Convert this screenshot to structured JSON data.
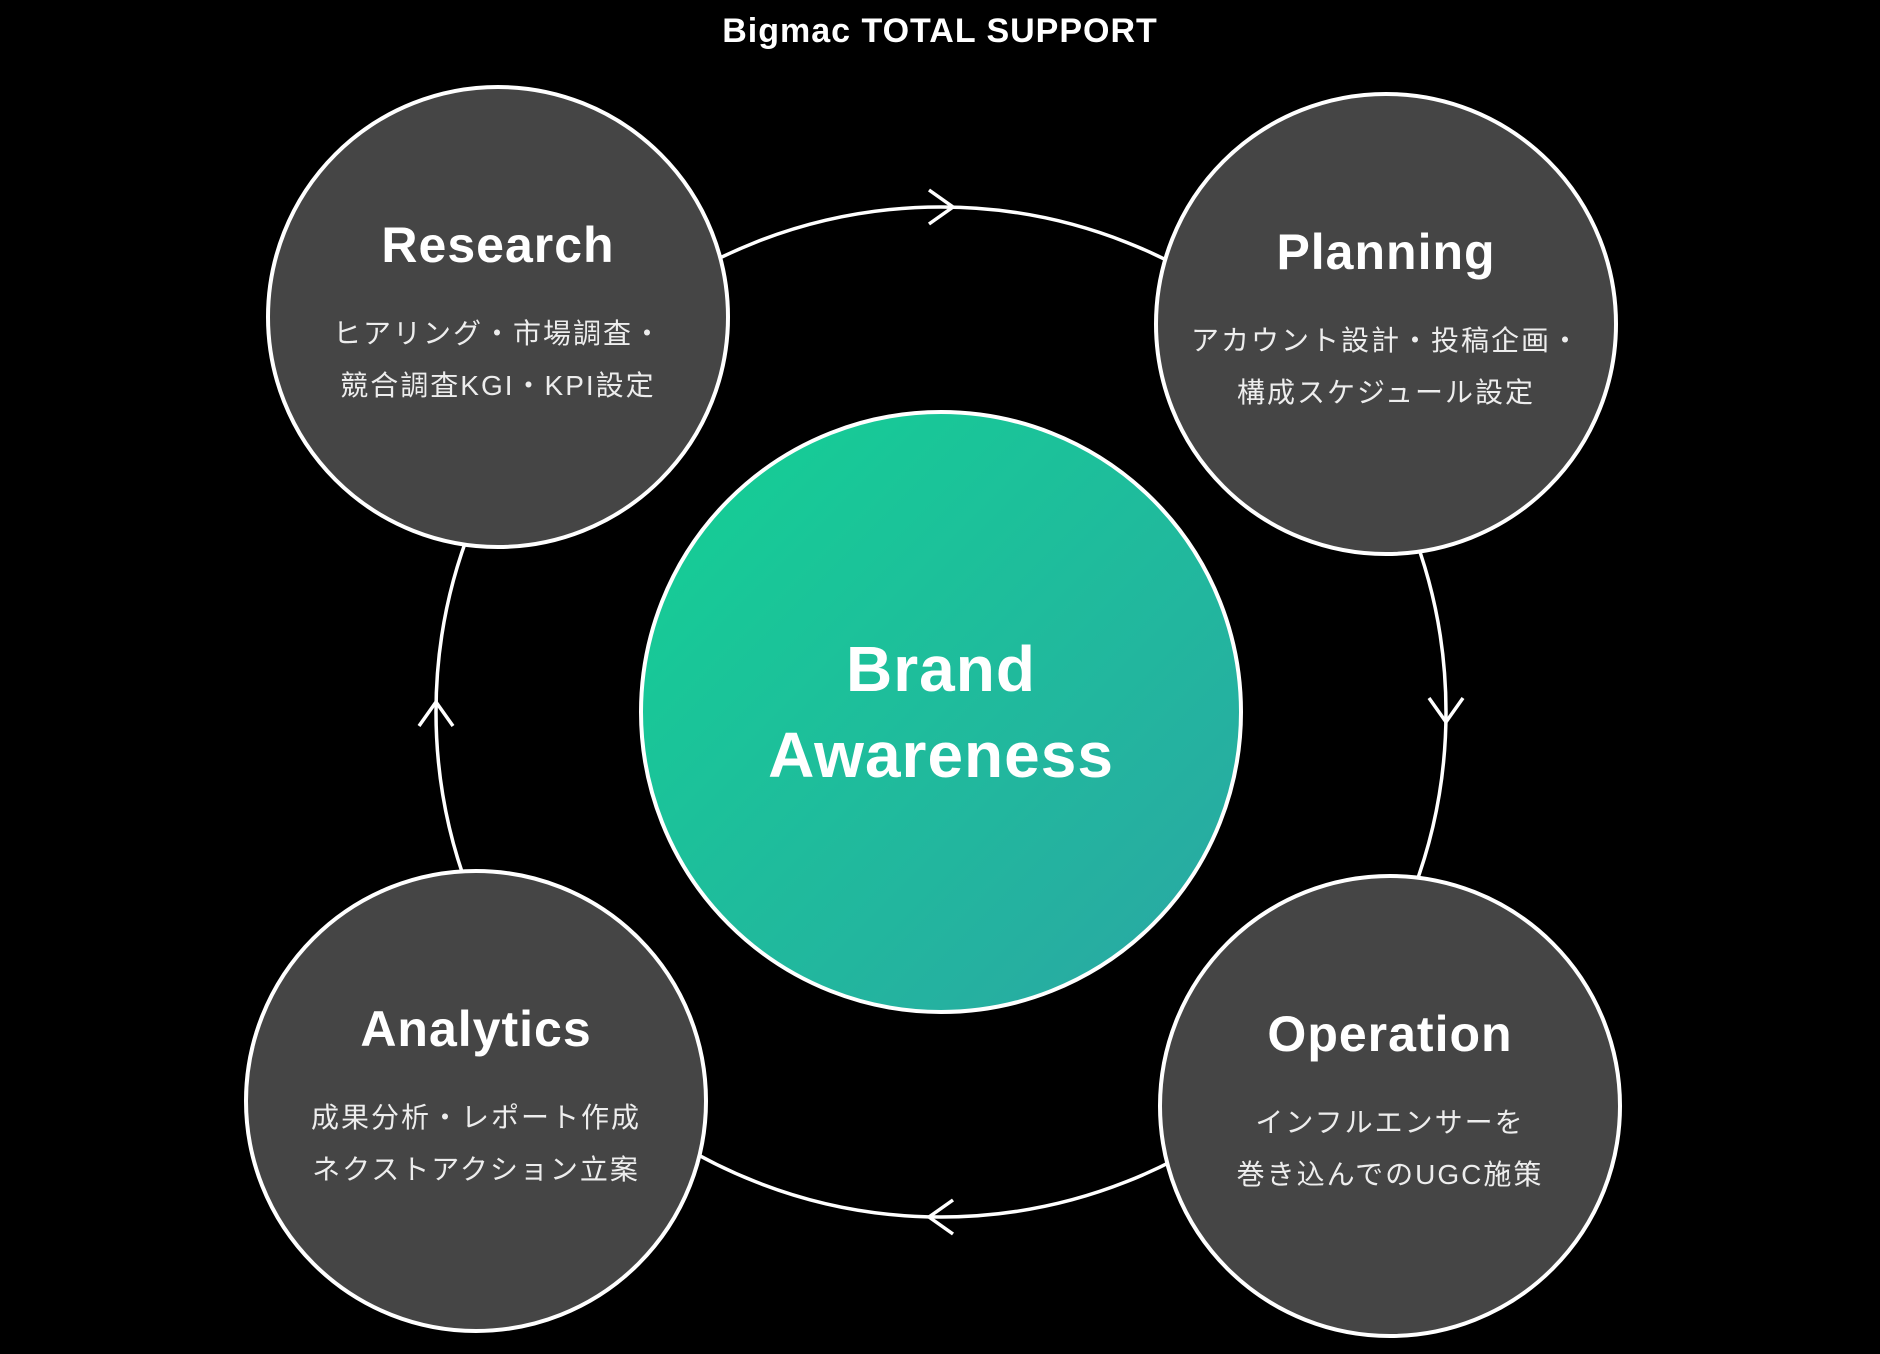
{
  "title": "Bigmac TOTAL SUPPORT",
  "center": {
    "title_line1": "Brand",
    "title_line2": "Awareness"
  },
  "nodes": {
    "research": {
      "label": "Research",
      "desc1": "ヒアリング・市場調査・",
      "desc2": "競合調査KGI・KPI設定"
    },
    "planning": {
      "label": "Planning",
      "desc1": "アカウント設計・投稿企画・",
      "desc2": "構成スケジュール設定"
    },
    "analytics": {
      "label": "Analytics",
      "desc1": "成果分析・レポート作成",
      "desc2": "ネクストアクション立案"
    },
    "operation": {
      "label": "Operation",
      "desc1": "インフルエンサーを",
      "desc2": "巻き込んでのUGC施策"
    }
  },
  "flow": {
    "direction": "clockwise",
    "arrow_icons": [
      "arrow-right-icon",
      "arrow-down-icon",
      "arrow-left-icon",
      "arrow-up-icon"
    ]
  },
  "colors": {
    "bg": "#000000",
    "node-fill": "#454545",
    "node-border": "#ffffff",
    "accent-from": "#13d194",
    "accent-to": "#2ba6a4",
    "heading-text": "#ffffff",
    "desc-text": "#ededed"
  }
}
